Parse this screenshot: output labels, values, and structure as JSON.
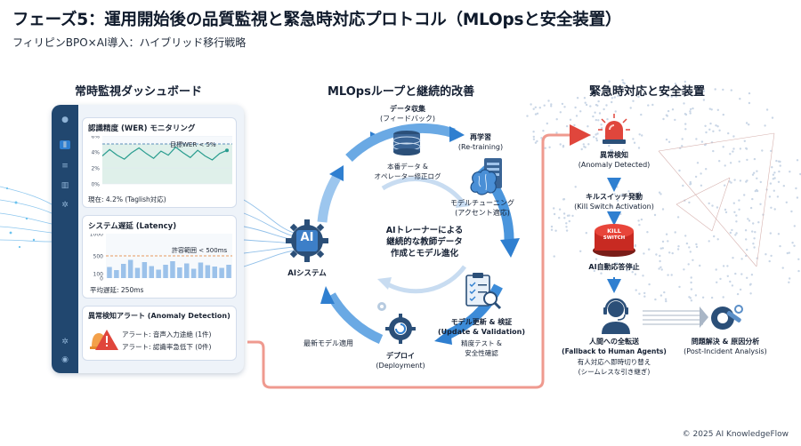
{
  "header": {
    "title": "フェーズ5：運用開始後の品質監視と緊急時対応プロトコル（MLOpsと安全装置）",
    "subtitle": "フィリピンBPO×AI導入：ハイブリッド移行戦略"
  },
  "sections": {
    "dashboard": "常時監視ダッシュボード",
    "mlops": "MLOpsループと継続的改善",
    "emergency": "緊急時対応と安全装置"
  },
  "dashboard": {
    "wer": {
      "title": "認識精度 (WER) モニタリング",
      "y_ticks": [
        "6%",
        "4%",
        "2%",
        "0%"
      ],
      "target": "目標WER < 5%",
      "current": "現在: 4.2% (Taglish対応)"
    },
    "latency": {
      "title": "システム遅延 (Latency)",
      "y_ticks": [
        "1000",
        "500",
        "100",
        "0"
      ],
      "range": "許容範囲 < 500ms",
      "average": "平均遅延: 250ms"
    },
    "anomaly": {
      "title": "異常検知アラート (Anomaly Detection)",
      "alert1": "アラート: 音声入力途絶 (1件)",
      "alert2": "アラート: 認識率急低下 (0件)"
    }
  },
  "mlops": {
    "data_collection": [
      "データ収集",
      "(フィードバック)"
    ],
    "data_note": [
      "本番データ &",
      "オペレーター修正ログ"
    ],
    "retraining": [
      "再学習",
      "(Re-training)"
    ],
    "tuning": [
      "モデルチューニング",
      "(アクセント適応)"
    ],
    "update": [
      "モデル更新 & 検証",
      "(Update & Validation)"
    ],
    "update_note": [
      "精度テスト &",
      "安全性確認"
    ],
    "deploy": [
      "デプロイ",
      "(Deployment)"
    ],
    "latest_model": "最新モデル適用",
    "ai_system": "AIシステム",
    "ai_badge": "AI",
    "center": [
      "AIトレーナーによる",
      "継続的な教師データ",
      "作成とモデル進化"
    ]
  },
  "emergency": {
    "anomaly": [
      "異常検知",
      "(Anomaly Detected)"
    ],
    "kill": [
      "キルスイッチ発動",
      "(Kill Switch Activation)"
    ],
    "kill_button": [
      "KILL",
      "SWITCH"
    ],
    "ai_stop": "AI自動応答停止",
    "human": [
      "人間への全転送",
      "(Fallback to Human Agents)"
    ],
    "human_note": [
      "有人対応へ即時切り替え",
      "(シームレスな引き継ぎ)"
    ],
    "post": [
      "問題解決 & 原因分析",
      "(Post-Incident Analysis)"
    ]
  },
  "footer": "© 2025 AI KnowledgeFlow",
  "colors": {
    "navy": "#21476f",
    "blue": "#2f7fd0",
    "red": "#e0463c",
    "alert_orange": "#e85a2a"
  },
  "wer_chart": {
    "y_range": [
      0,
      6
    ],
    "target": 5,
    "series": [
      3.5,
      4.3,
      3.6,
      3.1,
      3.9,
      4.5,
      3.8,
      3.2,
      4.1,
      3.6,
      4.6,
      3.9,
      3.3,
      4.2,
      3.5,
      3.0,
      3.8,
      4.2
    ]
  },
  "latency_chart": {
    "y_range": [
      0,
      1000
    ],
    "threshold": 500,
    "bars": [
      250,
      180,
      320,
      410,
      230,
      360,
      270,
      190,
      300,
      380,
      240,
      330,
      210,
      350,
      290,
      260,
      230,
      300
    ]
  }
}
